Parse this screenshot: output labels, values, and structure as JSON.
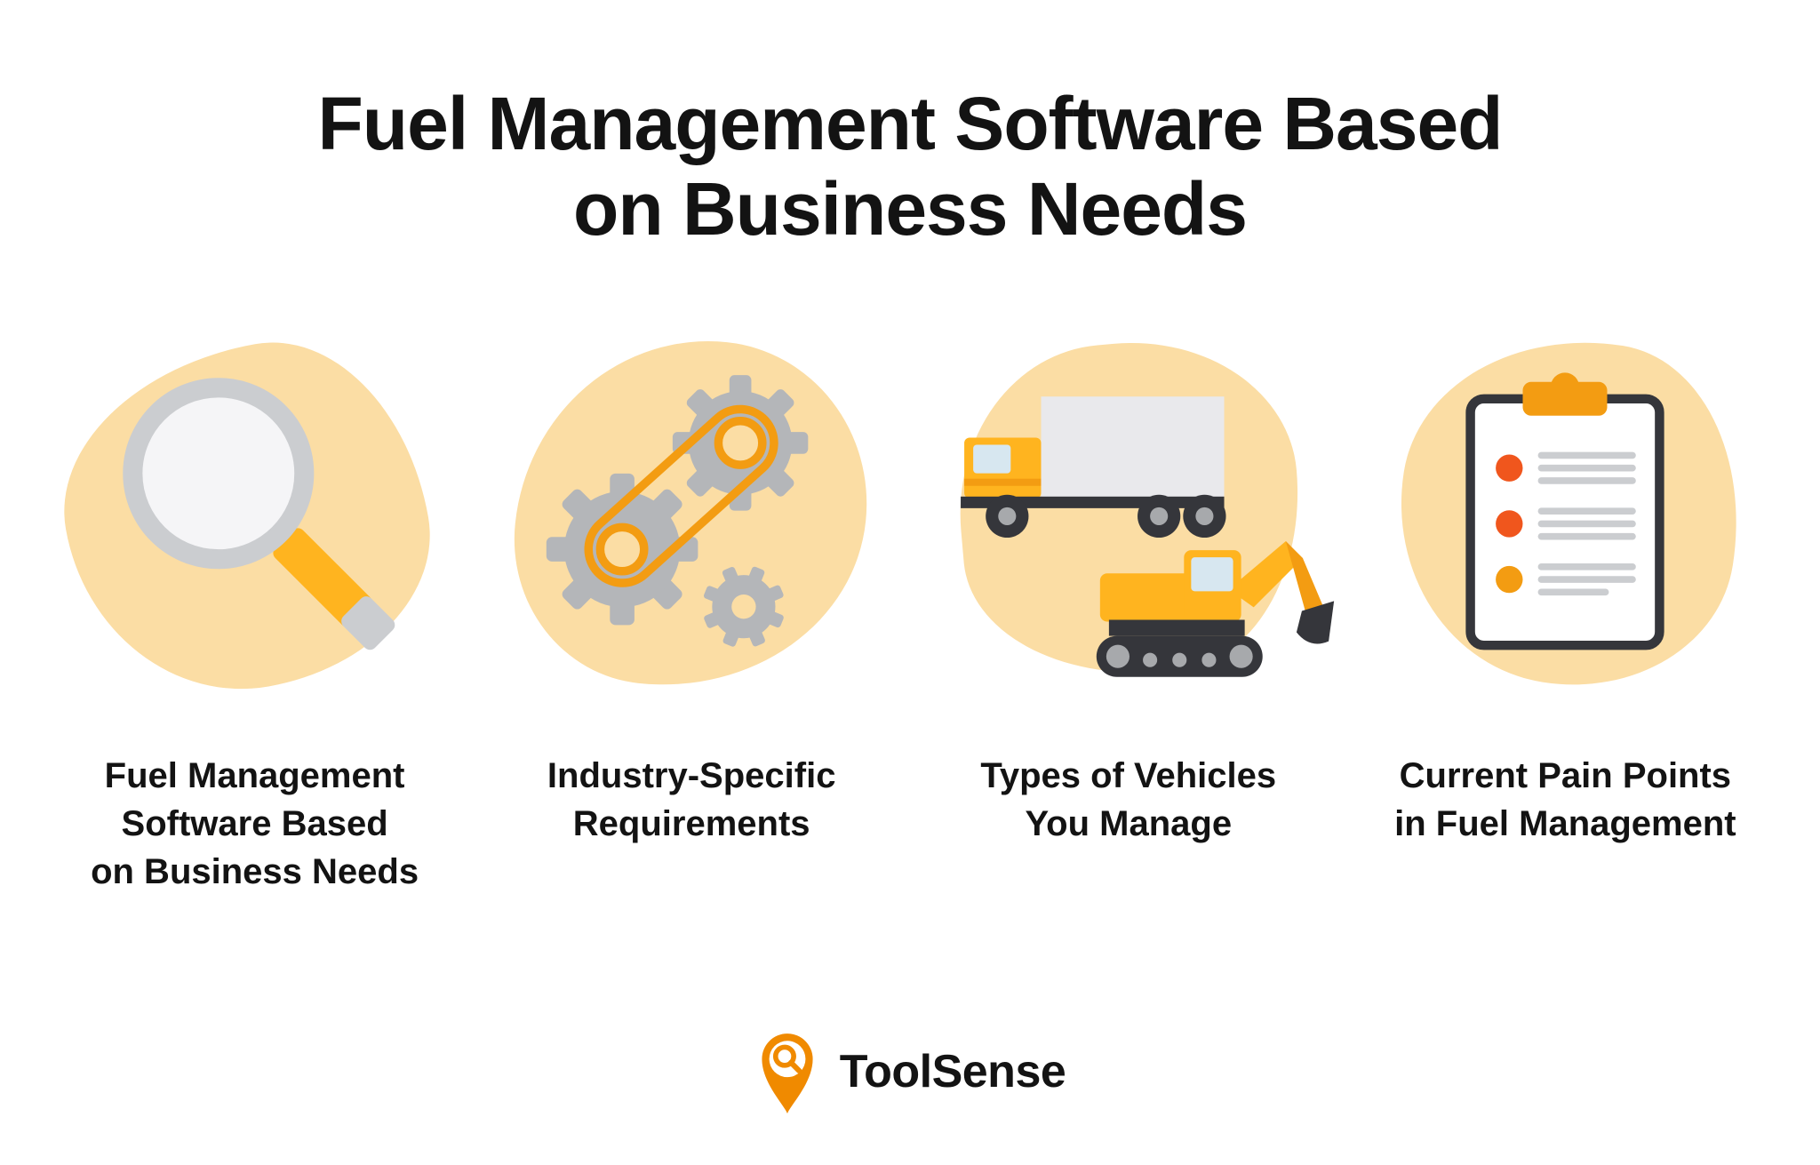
{
  "title": "Fuel Management Software Based\non Business Needs",
  "features": [
    {
      "icon": "magnifier-icon",
      "caption": "Fuel Management\nSoftware Based\non Business Needs"
    },
    {
      "icon": "gears-belt-icon",
      "caption": "Industry-Specific\nRequirements"
    },
    {
      "icon": "truck-excavator-icon",
      "caption": "Types of Vehicles\nYou Manage"
    },
    {
      "icon": "clipboard-checklist-icon",
      "caption": "Current Pain Points\nin Fuel Management"
    }
  ],
  "footer": {
    "brand": "ToolSense"
  },
  "colors": {
    "blob": "#FBDDA4",
    "yellow": "#FFB41F",
    "orange": "#F39C12",
    "red": "#F0561D",
    "gray": "#B4B6B9",
    "lightgray": "#CBCDD0",
    "dark": "#35363B",
    "glass": "#F5F5F7",
    "window": "#D7E7F0",
    "cargo": "#E9E9EC",
    "hub": "#A7A9AC",
    "brand": "#F08A00",
    "text": "#131313"
  }
}
